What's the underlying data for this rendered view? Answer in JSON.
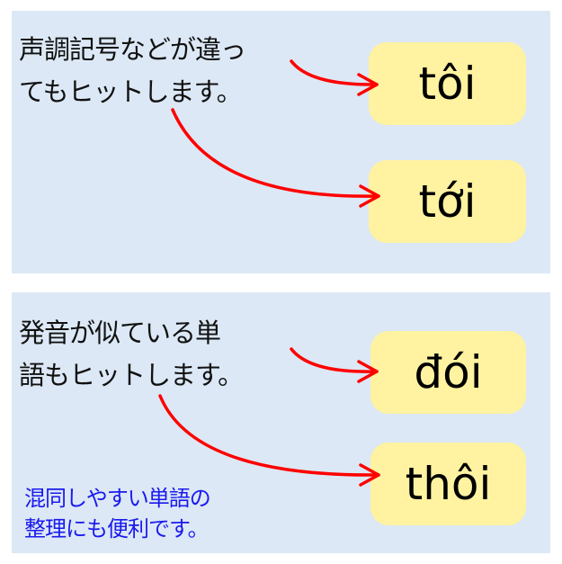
{
  "panel1": {
    "description": "声調記号などが違っ\nてもヒットします。",
    "words": [
      "tôi",
      "tới"
    ]
  },
  "panel2": {
    "description": "発音が似ている単\n語もヒットします。",
    "words": [
      "đói",
      "thôi"
    ],
    "note": "混同しやすい単語の\n整理にも便利です。"
  },
  "colors": {
    "panel_bg": "#dce8f5",
    "word_box_bg": "#fff2a0",
    "arrow": "#ff0000",
    "note_text": "#1a1aee"
  }
}
